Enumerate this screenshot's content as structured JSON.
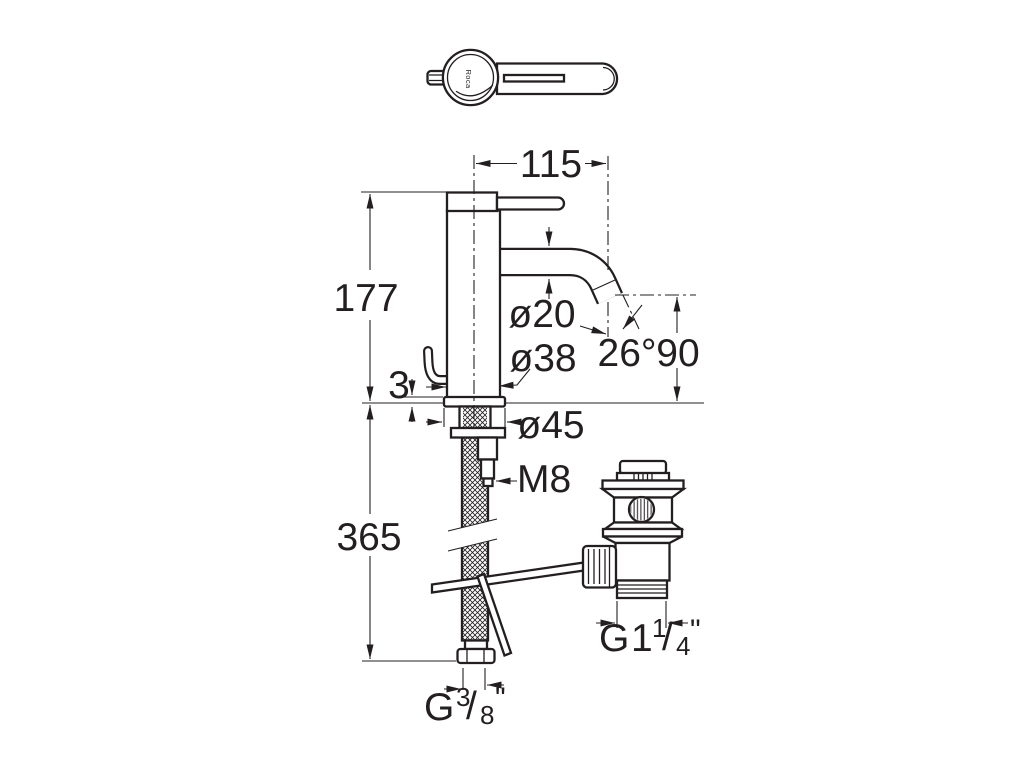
{
  "drawing": {
    "brand_logo": "Roca",
    "dimensions": {
      "spout_reach": "115",
      "body_height": "177",
      "hose_length": "365",
      "outlet_height": "90",
      "spout_angle": "26°",
      "spout_diameter": "ø20",
      "body_diameter": "ø38",
      "base_diameter": "ø45",
      "base_thickness": "3",
      "rod_thread": "M8"
    },
    "thread_labels": {
      "drain_waste": {
        "prefix": "G",
        "whole": "1",
        "numerator": "1",
        "slash": "/",
        "denominator": "4",
        "unit": "\""
      },
      "supply_hose": {
        "prefix": "G",
        "numerator": "3",
        "slash": "/",
        "denominator": "8",
        "unit": "\""
      }
    },
    "colors": {
      "ink": "#231f20",
      "paper": "#ffffff"
    }
  }
}
